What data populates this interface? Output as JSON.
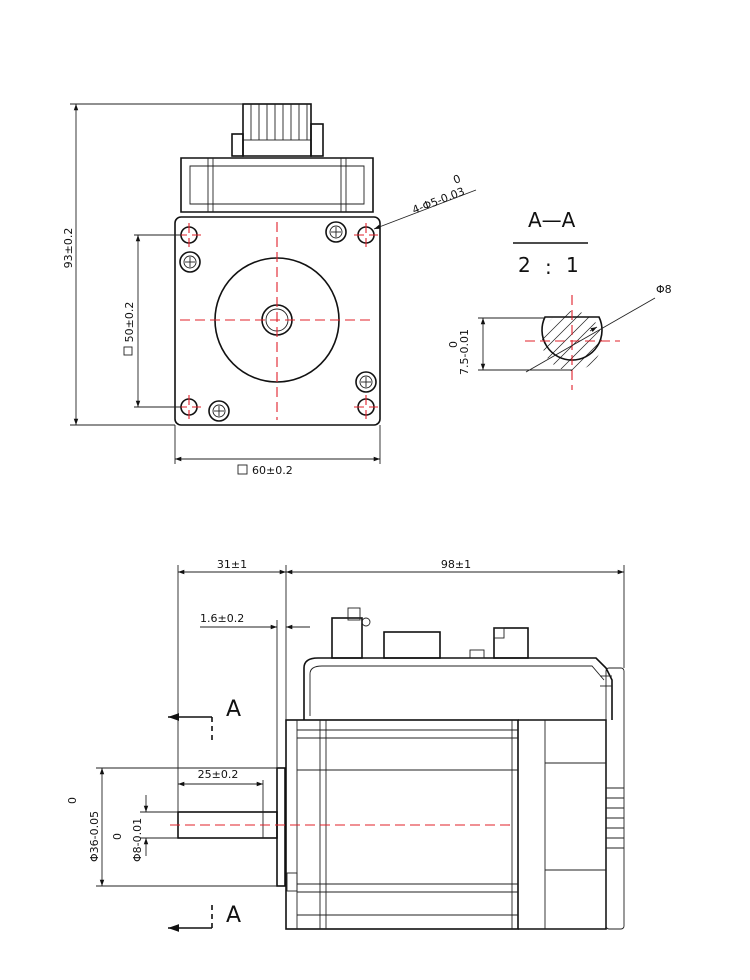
{
  "front_view": {
    "height_dim": "93±0.2",
    "hole_spacing_dim": "50±0.2",
    "width_dim": "60±0.2",
    "hole_callout": "4-Φ5-0.03",
    "hole_callout_upper": "0"
  },
  "section": {
    "title": "A—A",
    "scale_left": "2",
    "scale_sep": ":",
    "scale_right": "1",
    "diameter": "Φ8",
    "flat_dim": "7.5-0.01",
    "flat_dim_upper": "0"
  },
  "side_view": {
    "shaft_length_dim": "31±1",
    "body_length_dim": "98±1",
    "flange_dim": "1.6±0.2",
    "key_length_dim": "25±0.2",
    "pilot_dim": "Φ36-0.05",
    "pilot_dim_upper": "0",
    "shaft_dim": "Φ8-0.01",
    "shaft_dim_upper": "0",
    "section_mark_top": "A",
    "section_mark_bottom": "A"
  }
}
